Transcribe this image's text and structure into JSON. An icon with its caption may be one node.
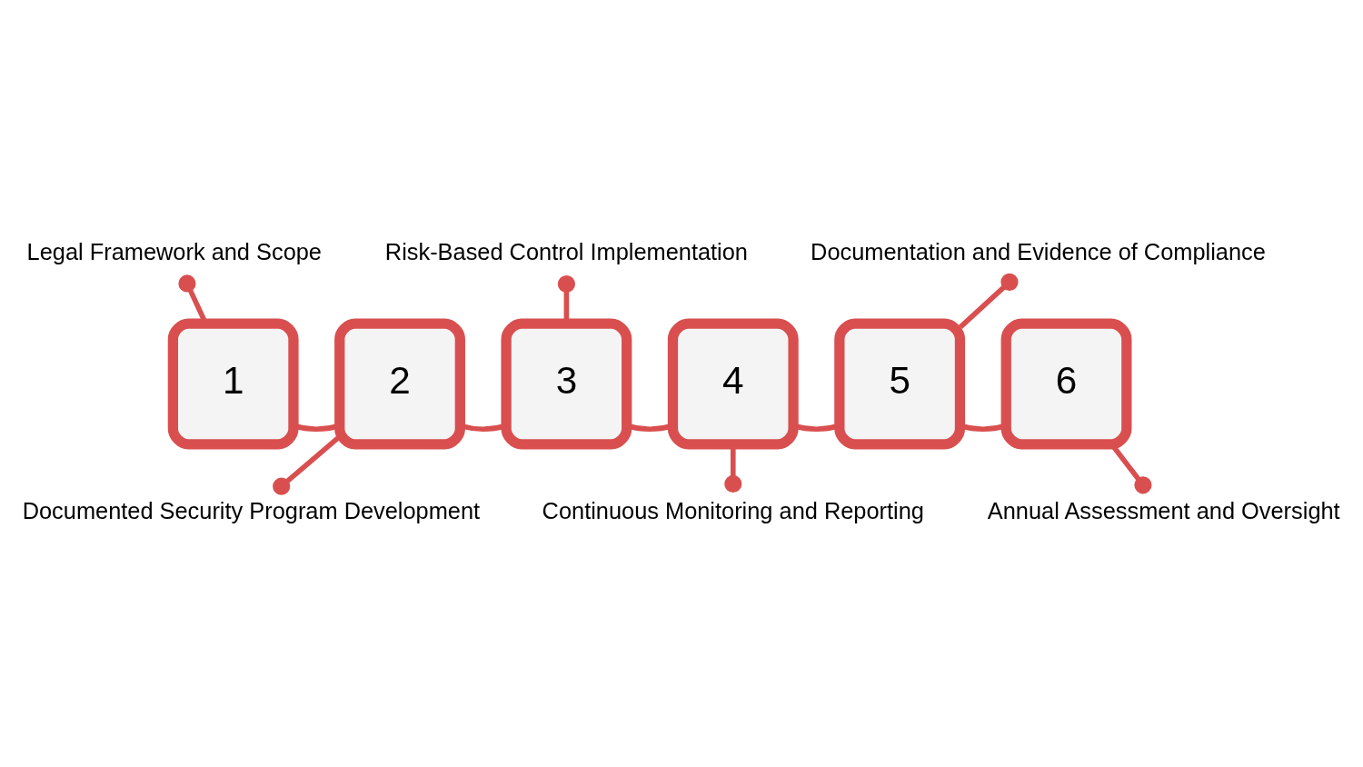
{
  "diagram": {
    "nodes": [
      {
        "text": [
          "Legal Framework and Scope"
        ]
      },
      {
        "text": [
          "1"
        ]
      },
      {
        "text": [
          "Documented Security Program Development"
        ]
      },
      {
        "text": [
          "2"
        ]
      },
      {
        "text": [
          "Risk-Based Control Implementation"
        ]
      },
      {
        "text": [
          "3"
        ]
      },
      {
        "text": [
          "Continuous Monitoring and Reporting"
        ]
      },
      {
        "text": [
          "4"
        ]
      },
      {
        "text": [
          "Documentation and Evidence of Compliance"
        ]
      },
      {
        "text": [
          "5"
        ]
      },
      {
        "text": [
          "Annual Assessment and Oversight"
        ]
      },
      {
        "text": [
          "6"
        ]
      }
    ],
    "edges": [
      {
        "from": 0,
        "to": 1,
        "arrow": "other"
      },
      {
        "from": 2,
        "to": 3,
        "arrow": "other"
      },
      {
        "from": 4,
        "to": 5,
        "arrow": "other"
      },
      {
        "from": 6,
        "to": 7,
        "arrow": "other"
      },
      {
        "from": 8,
        "to": 9,
        "arrow": "other"
      },
      {
        "from": 10,
        "to": 11,
        "arrow": "other"
      },
      {
        "from": 1,
        "to": 3,
        "arrow": "none"
      },
      {
        "from": 3,
        "to": 5,
        "arrow": "none"
      },
      {
        "from": 5,
        "to": 7,
        "arrow": "none"
      },
      {
        "from": 7,
        "to": 9,
        "arrow": "none"
      },
      {
        "from": 9,
        "to": 11,
        "arrow": "none"
      }
    ]
  }
}
